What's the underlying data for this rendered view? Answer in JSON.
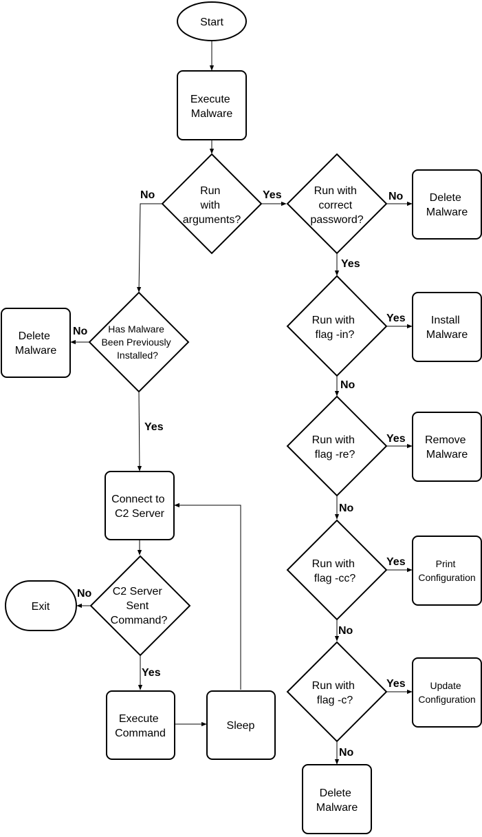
{
  "nodes": {
    "start": {
      "lines": [
        "Start"
      ]
    },
    "execute_malware": {
      "lines": [
        "Execute",
        "Malware"
      ]
    },
    "run_with_arguments": {
      "lines": [
        "Run",
        "with",
        "arguments?"
      ]
    },
    "run_with_correct_password": {
      "lines": [
        "Run with",
        "correct",
        "password?"
      ]
    },
    "delete_malware_top": {
      "lines": [
        "Delete",
        "Malware"
      ]
    },
    "has_malware_been_installed": {
      "lines": [
        "Has Malware",
        "Been Previously",
        "Installed?"
      ]
    },
    "delete_malware_left": {
      "lines": [
        "Delete",
        "Malware"
      ]
    },
    "run_with_flag_in": {
      "lines": [
        "Run with",
        "flag -in?"
      ]
    },
    "install_malware": {
      "lines": [
        "Install",
        "Malware"
      ]
    },
    "run_with_flag_re": {
      "lines": [
        "Run with",
        "flag -re?"
      ]
    },
    "remove_malware": {
      "lines": [
        "Remove",
        "Malware"
      ]
    },
    "connect_c2": {
      "lines": [
        "Connect to",
        "C2 Server"
      ]
    },
    "c2_sent_command": {
      "lines": [
        "C2 Server",
        "Sent",
        "Command?"
      ]
    },
    "exit": {
      "lines": [
        "Exit"
      ]
    },
    "run_with_flag_cc": {
      "lines": [
        "Run with",
        "flag -cc?"
      ]
    },
    "print_configuration": {
      "lines": [
        "Print",
        "Configuration"
      ]
    },
    "execute_command": {
      "lines": [
        "Execute",
        "Command"
      ]
    },
    "sleep": {
      "lines": [
        "Sleep"
      ]
    },
    "run_with_flag_c": {
      "lines": [
        "Run with",
        "flag -c?"
      ]
    },
    "update_configuration": {
      "lines": [
        "Update",
        "Configuration"
      ]
    },
    "delete_malware_bottom": {
      "lines": [
        "Delete",
        "Malware"
      ]
    }
  },
  "edge_labels": {
    "args_no": "No",
    "args_yes": "Yes",
    "password_no": "No",
    "password_yes": "Yes",
    "installed_no": "No",
    "installed_yes": "Yes",
    "flag_in_yes": "Yes",
    "flag_in_no": "No",
    "flag_re_yes": "Yes",
    "flag_re_no": "No",
    "c2_no": "No",
    "c2_yes": "Yes",
    "flag_cc_yes": "Yes",
    "flag_cc_no": "No",
    "flag_c_yes": "Yes",
    "flag_c_no": "No"
  }
}
